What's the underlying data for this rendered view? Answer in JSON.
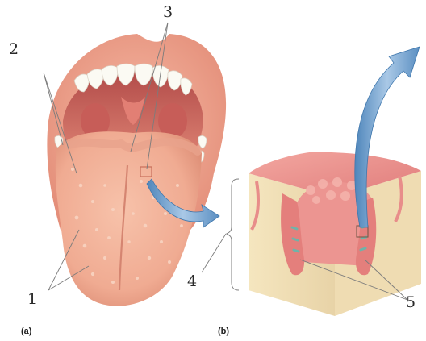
{
  "labels": {
    "callout_1": "1",
    "callout_2": "2",
    "callout_3": "3",
    "callout_4": "4",
    "callout_5": "5"
  },
  "panels": {
    "a": "(a)",
    "b": "(b)"
  },
  "colors": {
    "lip": "#f0a590",
    "tongue": "#f3b39b",
    "tongue_shadow": "#e08e78",
    "throat": "#c85b55",
    "teeth": "#fbfaf3",
    "papilla": "#f7cdb8",
    "arrow": "#6f9fcd",
    "tissue": "#f6e8c3",
    "epithelium": "#e98c88",
    "leader_line": "#8a8a8a"
  }
}
